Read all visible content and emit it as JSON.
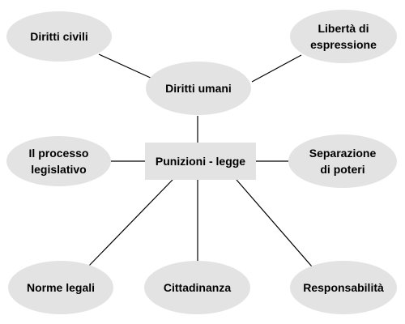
{
  "colors": {
    "node_fill": "#e3e3e3",
    "line": "#000000",
    "text": "#000000"
  },
  "diagram": {
    "center": {
      "label": "Punizioni - legge"
    },
    "nodes": {
      "diritti_civili": {
        "label": "Diritti civili"
      },
      "liberta_espressione": {
        "label": "Libertà di\nespressione"
      },
      "diritti_umani": {
        "label": "Diritti umani"
      },
      "processo_legislativo": {
        "label": "Il processo\nlegislativo"
      },
      "separazione_poteri": {
        "label": "Separazione\ndi poteri"
      },
      "norme_legali": {
        "label": "Norme legali"
      },
      "cittadinanza": {
        "label": "Cittadinanza"
      },
      "responsabilita": {
        "label": "Responsabilità"
      }
    }
  }
}
